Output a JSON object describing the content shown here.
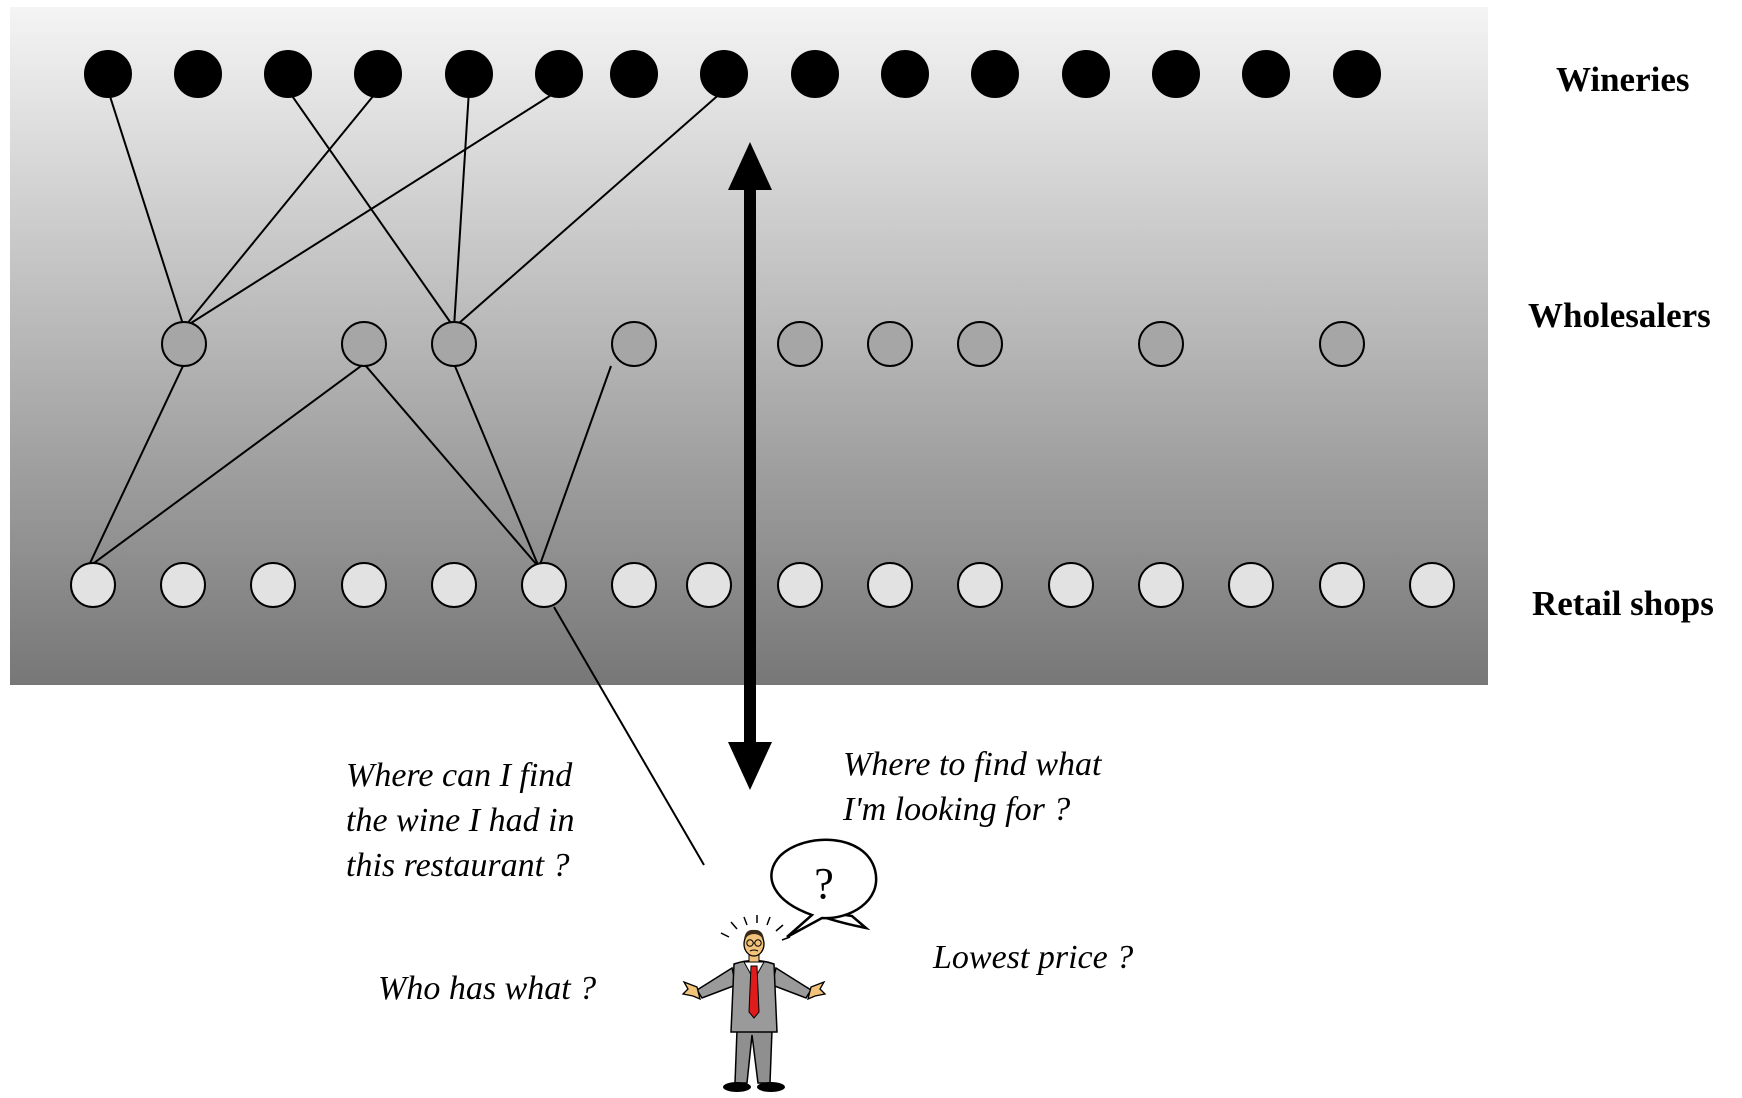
{
  "diagram": {
    "tiers": {
      "wineries": {
        "label": "Wineries",
        "count": 15
      },
      "wholesalers": {
        "label": "Wholesalers",
        "count": 9
      },
      "retail": {
        "label": "Retail shops",
        "count": 16
      }
    },
    "links": {
      "winery_to_wholesaler": [
        [
          0,
          0
        ],
        [
          3,
          0
        ],
        [
          5,
          0
        ],
        [
          2,
          2
        ],
        [
          4,
          2
        ],
        [
          7,
          2
        ]
      ],
      "wholesaler_to_retail": [
        [
          0,
          0
        ],
        [
          1,
          0
        ],
        [
          1,
          5
        ],
        [
          2,
          5
        ],
        [
          3,
          5
        ]
      ],
      "retail_to_customer": [
        5
      ]
    },
    "arrow": {
      "type": "double-headed",
      "direction": "vertical"
    },
    "questions": {
      "restaurant": "Where can I find\nthe wine I had in\nthis restaurant ?",
      "who_has_what": "Who has what ?",
      "where_to_find": "Where to find what\nI'm looking for ?",
      "lowest_price": "Lowest price ?"
    },
    "speech_bubble": "?",
    "colors": {
      "winery": "#000000",
      "wholesaler": "#a6a6a6",
      "retail": "#e2e2e2",
      "band_top": "#f4f4f4",
      "band_bottom": "#777777",
      "tie": "#e01b1b",
      "suit": "#9a9a9a"
    },
    "figure_icon": "confused-man-icon"
  }
}
